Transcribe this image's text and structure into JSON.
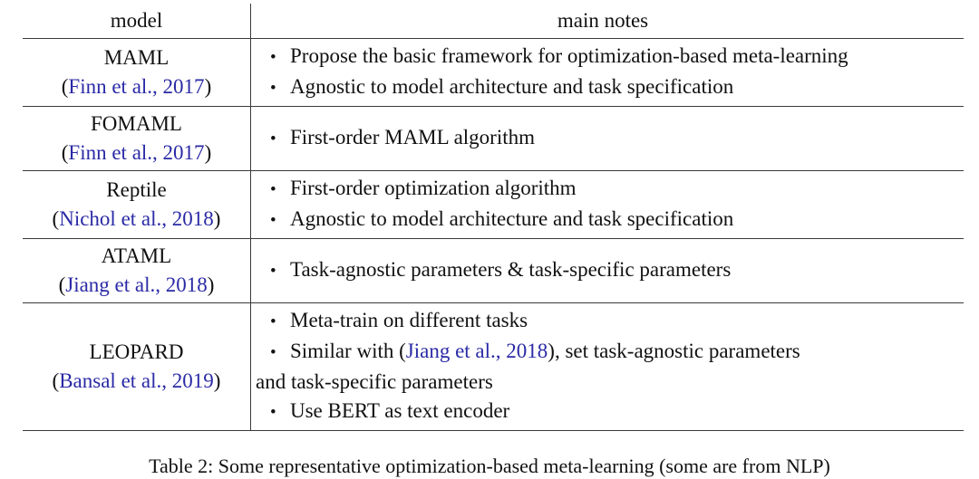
{
  "bullet_glyph": "•",
  "colors": {
    "citation_link": "#2a2aa6",
    "text": "#111111",
    "rule": "#3a3a3a"
  },
  "header": {
    "model": "model",
    "notes": "main notes"
  },
  "rows": [
    {
      "model": "MAML",
      "citation": {
        "open": "(",
        "link": "Finn et al., 2017",
        "close": ")"
      },
      "notes": [
        "Propose the basic framework for optimization-based meta-learning",
        "Agnostic to model architecture and task specification"
      ]
    },
    {
      "model": "FOMAML",
      "citation": {
        "open": "(",
        "link": "Finn et al., 2017",
        "close": ")"
      },
      "notes": [
        "First-order MAML algorithm"
      ]
    },
    {
      "model": "Reptile",
      "citation": {
        "open": "(",
        "link": "Nichol et al., 2018",
        "close": ")"
      },
      "notes": [
        "First-order optimization algorithm",
        "Agnostic to model architecture and task specification"
      ]
    },
    {
      "model": "ATAML",
      "citation": {
        "open": "(",
        "link": "Jiang et al., 2018",
        "close": ")"
      },
      "notes": [
        "Task-agnostic parameters & task-specific parameters"
      ]
    },
    {
      "model": "LEOPARD",
      "citation": {
        "open": "(",
        "link": "Bansal et al., 2019",
        "close": ")"
      },
      "note1": "Meta-train on different tasks",
      "note2": {
        "before": "Similar with (",
        "link": "Jiang et al., 2018",
        "after": "), set task-agnostic parameters",
        "continuation": "and task-specific parameters"
      },
      "note3": "Use BERT as text encoder"
    }
  ],
  "caption": "Table 2: Some representative optimization-based meta-learning (some are from NLP)"
}
